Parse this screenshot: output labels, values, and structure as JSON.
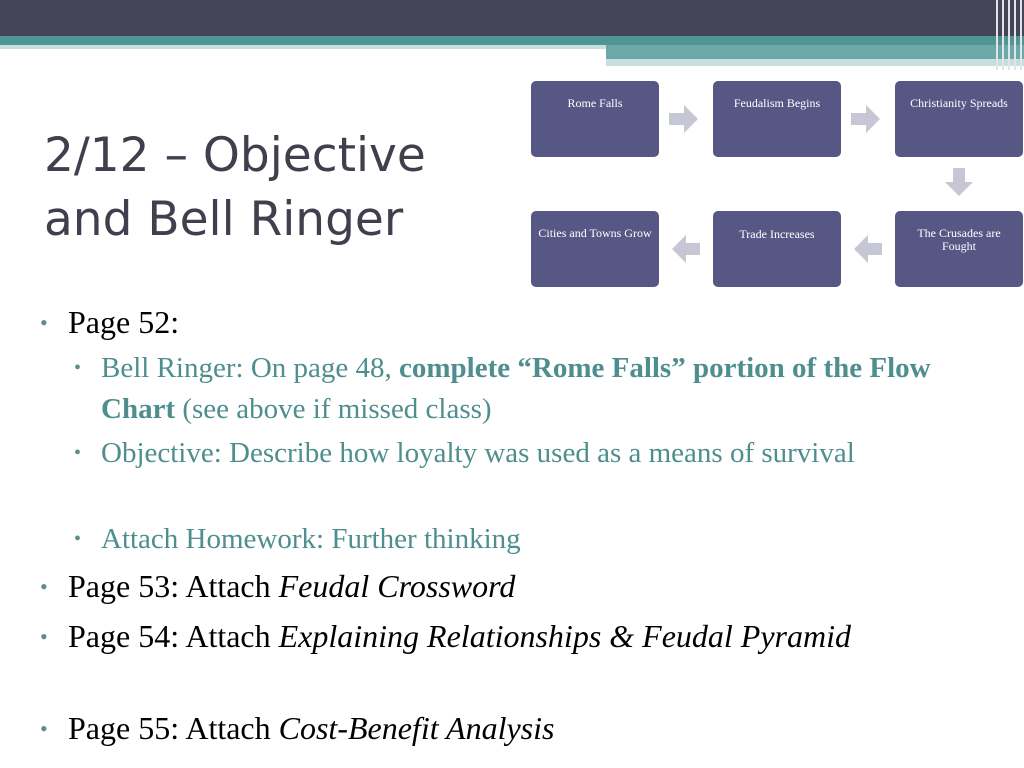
{
  "title": {
    "line1": "2/12 – Objective",
    "line2": "and Bell Ringer"
  },
  "flow_chart": {
    "nodes": [
      "Rome Falls",
      "Feudalism Begins",
      "Christianity Spreads",
      "The Crusades are Fought",
      "Trade Increases",
      "Cities and Towns Grow"
    ]
  },
  "bullets": {
    "page52": "Page 52:",
    "bell_ringer": {
      "prefix": "Bell Ringer: On page 48, ",
      "bold": "complete “Rome Falls” portion of the Flow Chart",
      "suffix": " (see above if missed class)"
    },
    "objective": "Objective: Describe how loyalty was used as a means of survival",
    "homework": "Attach Homework: Further thinking",
    "page53": {
      "prefix": "Page 53: Attach ",
      "italic": "Feudal Crossword"
    },
    "page54": {
      "prefix": "Page 54: Attach ",
      "italic": "Explaining Relationships & Feudal Pyramid"
    },
    "page55": {
      "prefix": "Page 55: Attach ",
      "italic": "Cost-Benefit Analysis"
    }
  },
  "colors": {
    "header_dark": "#454559",
    "header_teal": "#4f9593",
    "node_fill": "#575786",
    "arrow_fill": "#c6c6d4",
    "sub_bullet_text": "#4e8e8e"
  }
}
